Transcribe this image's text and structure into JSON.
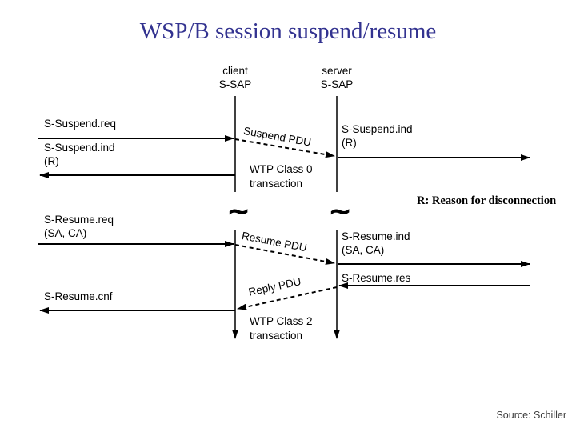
{
  "slide": {
    "title": "WSP/B session suspend/resume",
    "source": "Source: Schiller"
  },
  "columns": {
    "client": {
      "role": "client",
      "sap": "S-SAP"
    },
    "server": {
      "role": "server",
      "sap": "S-SAP"
    }
  },
  "messages": {
    "s_suspend_req": "S-Suspend.req",
    "s_suspend_ind_left": "S-Suspend.ind",
    "s_suspend_ind_left_param": "(R)",
    "s_resume_req": "S-Resume.req",
    "s_resume_req_param": "(SA, CA)",
    "s_resume_cnf": "S-Resume.cnf",
    "s_suspend_ind_right": "S-Suspend.ind",
    "s_suspend_ind_right_param": "(R)",
    "s_resume_ind": "S-Resume.ind",
    "s_resume_ind_param": "(SA, CA)",
    "s_resume_res": "S-Resume.res"
  },
  "pdus": {
    "suspend": "Suspend PDU",
    "resume": "Resume PDU",
    "reply": "Reply PDU"
  },
  "transactions": {
    "class0_line1": "WTP Class 0",
    "class0_line2": "transaction",
    "class2_line1": "WTP Class 2",
    "class2_line2": "transaction"
  },
  "annotations": {
    "reason_note": "R: Reason for disconnection",
    "break_symbol": "~"
  },
  "colors": {
    "title_text": "#333390",
    "diagram_ink": "#000000",
    "background": "#ffffff",
    "source_text": "#3d3d3d"
  }
}
